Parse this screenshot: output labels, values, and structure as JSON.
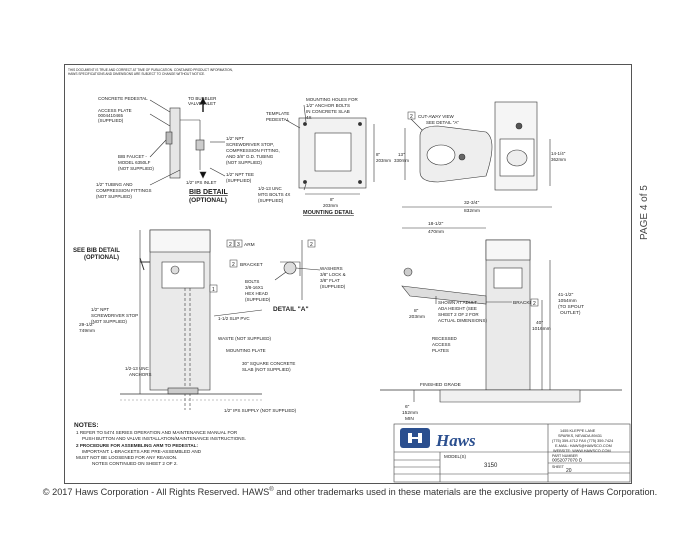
{
  "disclaimer": [
    "THIS DOCUMENT IS TRUE AND CORRECT AT TIME OF PUBLICATION. CONTAINED PRODUCT INFORMATION,",
    "HAWS SPECIFICATIONS AND DIMENSIONS ARE SUBJECT TO CHANGE WITHOUT NOTICE."
  ],
  "page_label": "PAGE 4 of 5",
  "bib": {
    "labels": [
      "CONCRETE PEDESTAL",
      "ACCESS PLATE",
      "0004410465",
      "(SUPPLIED)",
      "TO BUBBLER",
      "VALVE INLET",
      "1/2\" NPT",
      "SCREWDRIVER STOP,",
      "COMPRESSION FITTING,",
      "AND 3/8\" O.D. TUBING",
      "(NOT SUPPLIED)",
      "1/2\" NPT TEE",
      "(SUPPLIED)",
      "BIB FAUCET -",
      "MODEL 6350LF",
      "(NOT SUPPLIED)",
      "1/2\" IPS INLET",
      "1/2\" TUBING AND",
      "COMPRESSION FITTINGS",
      "(NOT SUPPLIED)"
    ],
    "title": "BIB DETAIL",
    "subtitle": "(OPTIONAL)"
  },
  "mounting": {
    "labels": [
      "TEMPLATE",
      "PEDESTAL",
      "MOUNTING HOLES FOR",
      "1/2\" ANCHOR BOLTS",
      "IN CONCRETE SLAB",
      "4X",
      "8\"",
      "203mm",
      "8\"",
      "203mm",
      "1/2-13 UNC",
      "MTG BOLTS 4X",
      "(SUPPLIED)"
    ],
    "title": "MOUNTING DETAIL"
  },
  "top_view": {
    "labels": [
      "2",
      "CUT-AWAY VIEW",
      "SEE DETAIL \"A\"",
      "13\"",
      "330mm",
      "14-1/4\"",
      "362mm"
    ]
  },
  "front_view": {
    "labels": [
      "SEE BIB DETAIL",
      "(OPTIONAL)",
      "1",
      "29-1/2\"",
      "749mm",
      "1/2\" NPT",
      "SCREWDRIVER STOP",
      "(NOT SUPPLIED)",
      "1-1/2 SLIP PVC",
      "WASTE (NOT SUPPLIED)",
      "MOUNTING PLATE",
      "1/2-13 UNC",
      "ANCHORS",
      "30\" SQUARE CONCRETE",
      "SLAB (NOT SUPPLIED)",
      "1/2\" IPS SUPPLY (NOT SUPPLIED)"
    ]
  },
  "detail_a": {
    "labels": [
      "2",
      "3",
      "ARM",
      "2",
      "BRACKET",
      "2",
      "WASHERS",
      "3/8\" LOCK &",
      "3/8\" FLAT",
      "(SUPPLIED)",
      "BOLTS",
      "3/8-16X1",
      "HEX HEAD",
      "(SUPPLIED)"
    ],
    "title": "DETAIL \"A\""
  },
  "side_view": {
    "labels": [
      "32-3/4\"",
      "832mm",
      "18-1/2\"",
      "470mm",
      "8\"",
      "203mm",
      "SHOWN AT ADULT",
      "ADA HEIGHT (SEE",
      "SHEET 2 OF 2 FOR",
      "ACTUAL DIMENSIONS)",
      "BRACKET",
      "2",
      "RECESSED",
      "ACCESS",
      "PLATES",
      "41-1/2\"",
      "1054mm",
      "(TO SPOUT",
      "OUTLET)",
      "40\"",
      "1016mm",
      "FINISHED GRADE",
      "6\"",
      "152mm",
      "MIN"
    ]
  },
  "notes": {
    "heading": "NOTES:",
    "items": [
      "1  REFER TO 5474 SERIES OPERATION AND MAINTENANCE MANUAL FOR",
      "PUSH BUTTON AND VALVE INSTALLATION/MAINTENANCE INSTRUCTIONS.",
      "2  PROCEDURE FOR ASSEMBLING ARM TO PEDESTAL:",
      "IMPORTANT: L-BRACKETS ARE PRE-ASSEMBLED AND",
      "MUST NOT BE LOOSENED FOR ANY REASON.",
      "NOTES CONTINUED ON SHEET 2 OF 2."
    ]
  },
  "title_block": {
    "logo": "Haws",
    "address": [
      "1455 KLEPPE LANE",
      "SPARKS, NEVADA 89431",
      "(775) 359-4712   FAX (775) 359-7424",
      "E-MAIL: HAWS@HAWSCO.COM",
      "WEBSITE: WWW.HAWSCO.COM"
    ],
    "model_label": "MODEL(S)",
    "model": "3150",
    "part_label": "PART NUMBER",
    "part": "0052077070 D",
    "sheet_label": "SHEET",
    "sheet": "20"
  },
  "copyright": {
    "prefix": "© 2017 Haws Corporation - All Rights Reserved.  HAWS",
    "reg": "®",
    "suffix": " and other trademarks used in these materials are the exclusive property of Haws Corporation."
  }
}
